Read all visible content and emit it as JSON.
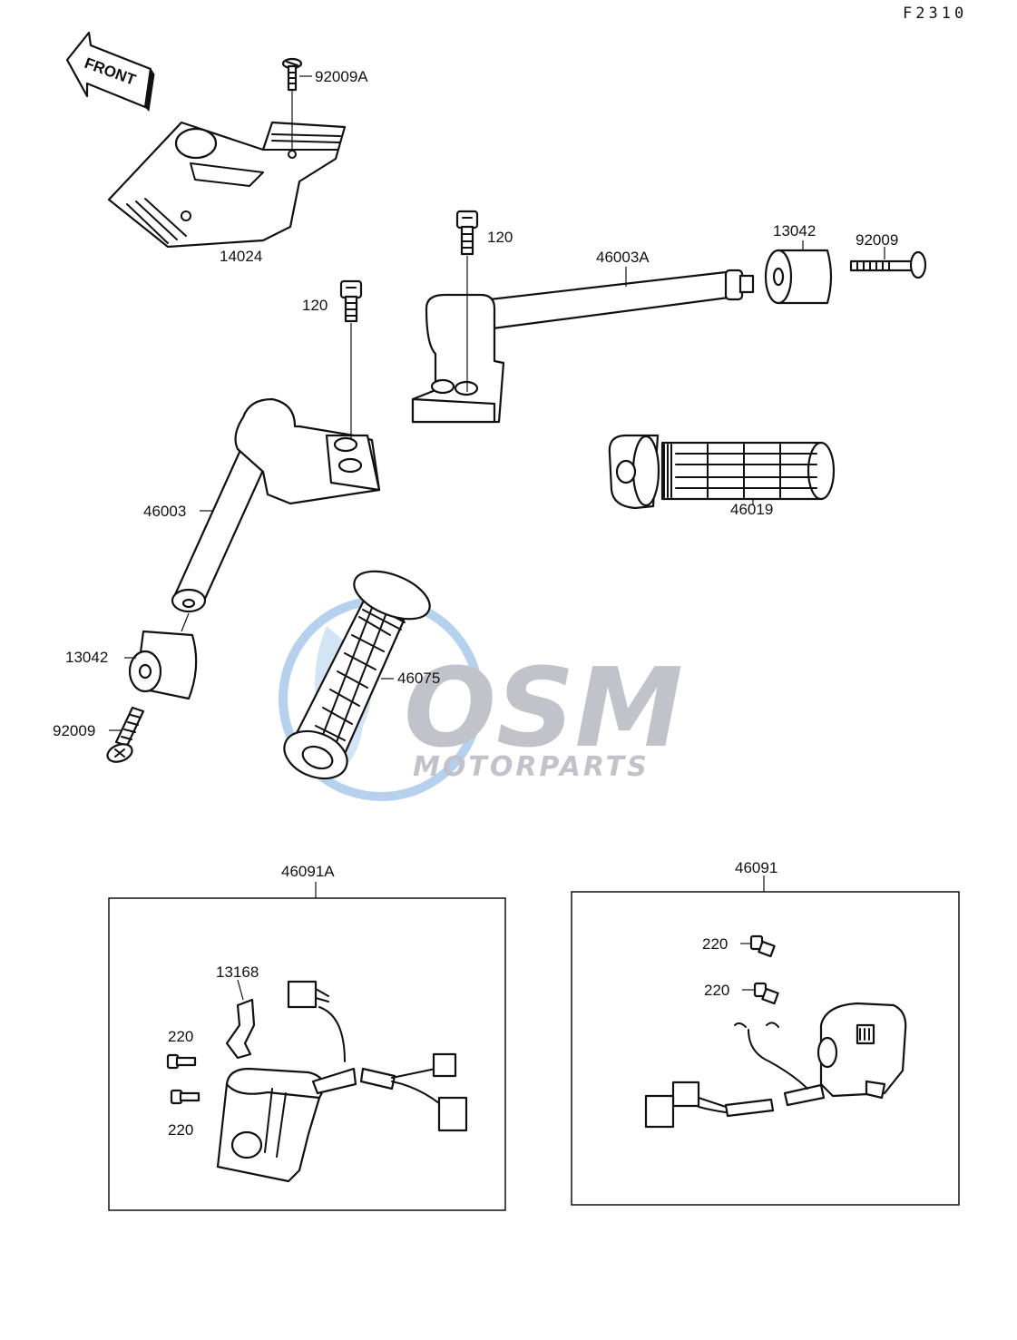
{
  "diagram_code": "F2310",
  "front_label": "FRONT",
  "watermark": {
    "brand": "OSM",
    "subtitle": "MOTORPARTS",
    "color_primary": "#a9c9ea",
    "color_secondary": "#b8b8c2"
  },
  "labels": {
    "p14024": "14024",
    "p92009A": "92009A",
    "p120_right": "120",
    "p120_left": "120",
    "p46003A": "46003A",
    "p13042_right": "13042",
    "p92009_right": "92009",
    "p46003": "46003",
    "p46019": "46019",
    "p13042_left": "13042",
    "p92009_left": "92009",
    "p46075": "46075"
  },
  "box_left": {
    "title": "46091A",
    "p13168": "13168",
    "p220_top": "220",
    "p220_bottom": "220"
  },
  "box_right": {
    "title": "46091",
    "p220_top": "220",
    "p220_bottom": "220"
  }
}
